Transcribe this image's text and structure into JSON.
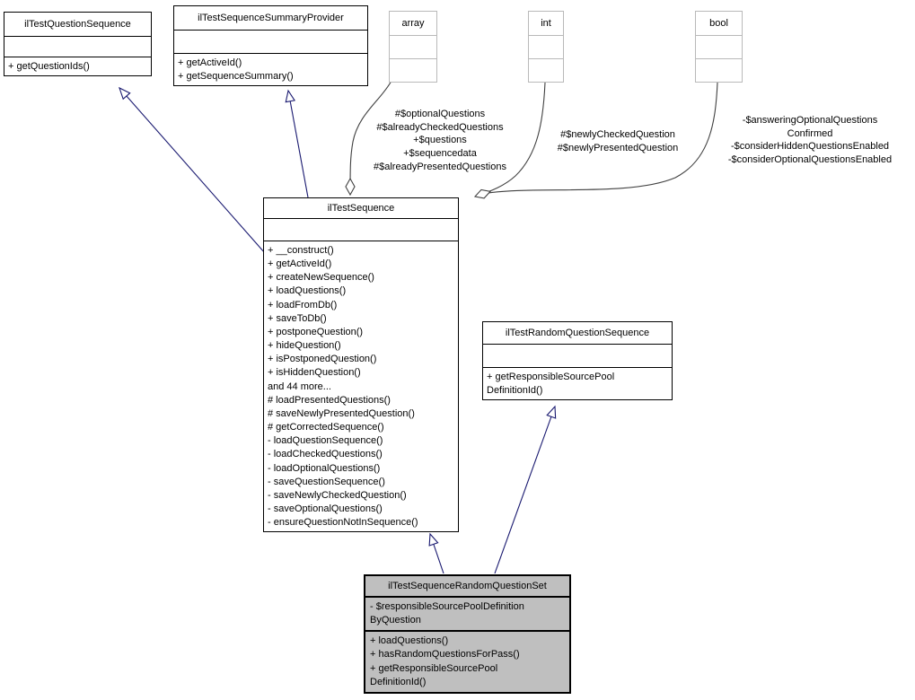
{
  "diagram_type": "uml-collaboration-diagram",
  "colors": {
    "inheritance_edge": "#191970",
    "aggregation_edge": "#404040",
    "class_border": "#000000",
    "type_box_border": "#b9b9b9",
    "highlight_fill": "#bfbfbf",
    "background": "#ffffff"
  },
  "classes": {
    "ilTestQuestionSequence": {
      "title": "ilTestQuestionSequence",
      "methods": [
        "+ getQuestionIds()"
      ]
    },
    "ilTestSequenceSummaryProvider": {
      "title": "ilTestSequenceSummaryProvider",
      "methods": [
        "+ getActiveId()",
        "+ getSequenceSummary()"
      ]
    },
    "array_type": {
      "title": "array"
    },
    "int_type": {
      "title": "int"
    },
    "bool_type": {
      "title": "bool"
    },
    "ilTestSequence": {
      "title": "ilTestSequence",
      "methods": [
        "+ __construct()",
        "+ getActiveId()",
        "+ createNewSequence()",
        "+ loadQuestions()",
        "+ loadFromDb()",
        "+ saveToDb()",
        "+ postponeQuestion()",
        "+ hideQuestion()",
        "+ isPostponedQuestion()",
        "+ isHiddenQuestion()",
        "and 44 more...",
        "# loadPresentedQuestions()",
        "# saveNewlyPresentedQuestion()",
        "# getCorrectedSequence()",
        "- loadQuestionSequence()",
        "- loadCheckedQuestions()",
        "- loadOptionalQuestions()",
        "- saveQuestionSequence()",
        "- saveNewlyCheckedQuestion()",
        "- saveOptionalQuestions()",
        "- ensureQuestionNotInSequence()"
      ]
    },
    "ilTestRandomQuestionSequence": {
      "title": "ilTestRandomQuestionSequence",
      "method_lines": [
        "+ getResponsibleSourcePool",
        "DefinitionId()"
      ]
    },
    "ilTestSequenceRandomQuestionSet": {
      "title": "ilTestSequenceRandomQuestionSet",
      "attribute_lines": [
        "- $responsibleSourcePoolDefinition",
        "ByQuestion"
      ],
      "method_lines": [
        "+ loadQuestions()",
        "+ hasRandomQuestionsForPass()",
        "+ getResponsibleSourcePool",
        "DefinitionId()"
      ]
    }
  },
  "edge_labels": {
    "array_members": [
      "#$optionalQuestions",
      "#$alreadyCheckedQuestions",
      "+$questions",
      "+$sequencedata",
      "#$alreadyPresentedQuestions"
    ],
    "int_members": [
      "#$newlyCheckedQuestion",
      "#$newlyPresentedQuestion"
    ],
    "bool_members": [
      "-$answeringOptionalQuestions",
      "Confirmed",
      "-$considerHiddenQuestionsEnabled",
      "-$considerOptionalQuestionsEnabled"
    ]
  }
}
